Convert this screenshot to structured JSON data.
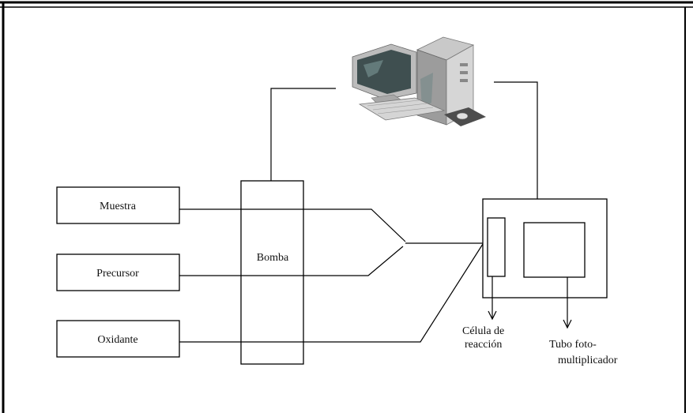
{
  "diagram": {
    "inputs": {
      "sample": "Muestra",
      "precursor": "Precursor",
      "oxidant": "Oxidante"
    },
    "pump": "Bomba",
    "reaction_cell": [
      "Célula de",
      "reacción"
    ],
    "photomultiplier": [
      "Tubo foto-",
      "multiplicador"
    ],
    "computer_icon": "computer-icon"
  }
}
